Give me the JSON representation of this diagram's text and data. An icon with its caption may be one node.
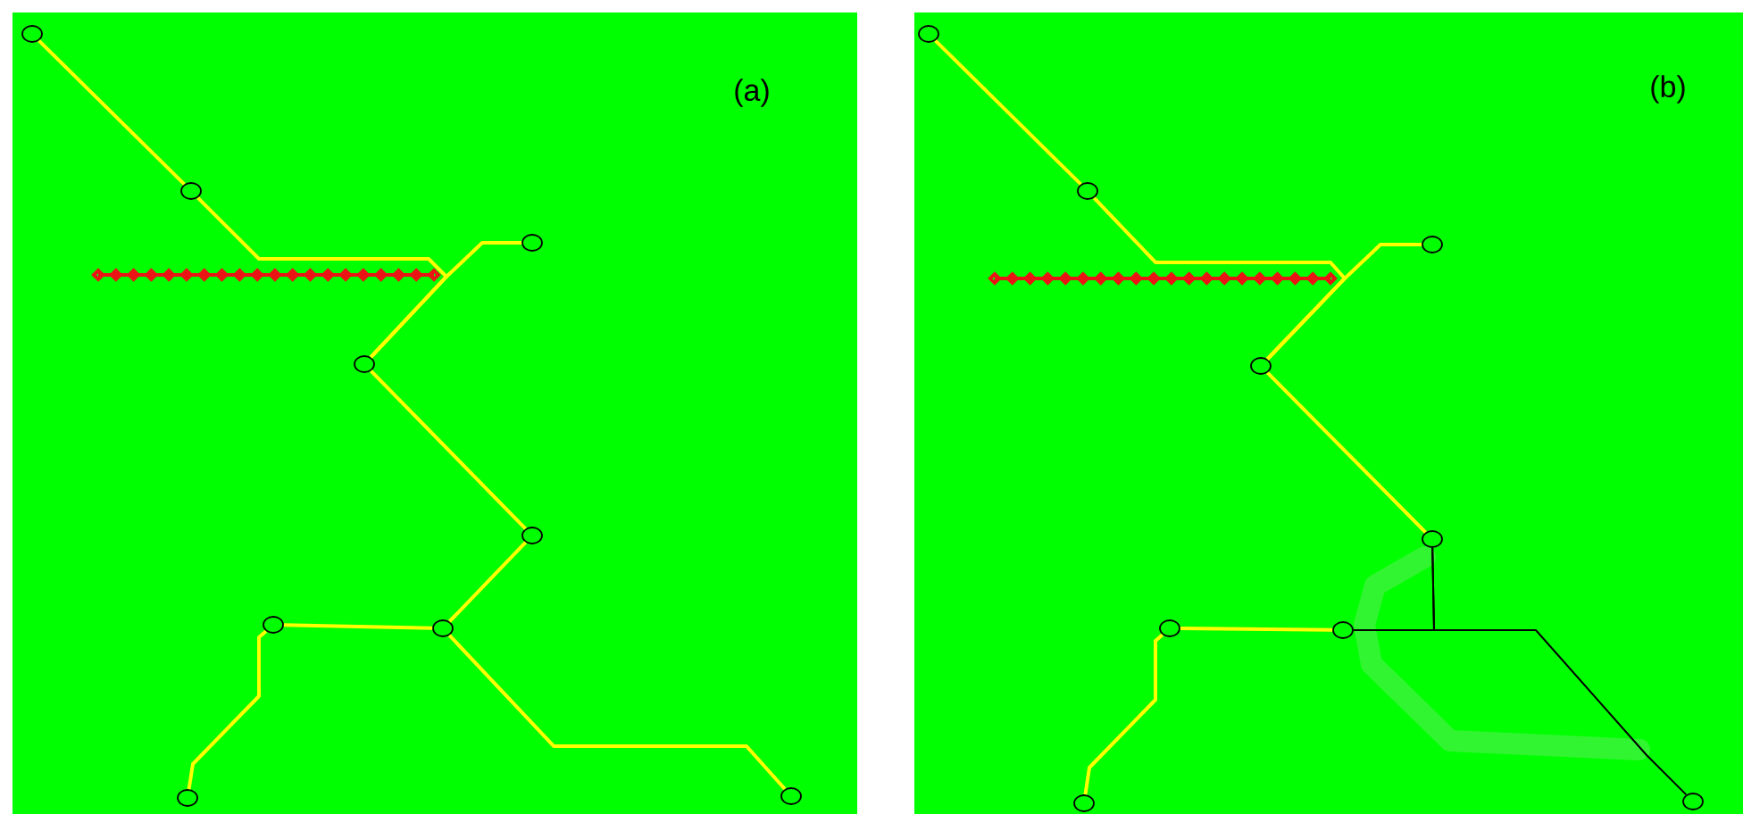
{
  "diagram": {
    "nodes": [
      {
        "text": [
          "(a)"
        ]
      },
      {
        "text": [],
        "shape": "circle",
        "in": 0
      },
      {
        "text": [],
        "shape": "circle",
        "in": 0
      },
      {
        "text": [],
        "shape": "circle",
        "in": 0
      },
      {
        "text": [],
        "shape": "circle",
        "in": 0
      },
      {
        "text": [],
        "shape": "circle",
        "in": 0
      },
      {
        "text": [],
        "shape": "circle",
        "in": 0
      },
      {
        "text": [],
        "shape": "circle",
        "in": 0
      },
      {
        "text": [],
        "shape": "circle",
        "in": 0
      },
      {
        "text": [],
        "shape": "circle",
        "in": 0
      },
      {
        "text": [
          "(b)"
        ]
      },
      {
        "text": [],
        "shape": "circle",
        "in": 10
      },
      {
        "text": [],
        "shape": "circle",
        "in": 10
      },
      {
        "text": [],
        "shape": "circle",
        "in": 10
      },
      {
        "text": [],
        "shape": "circle",
        "in": 10
      },
      {
        "text": [],
        "shape": "circle",
        "in": 10
      },
      {
        "text": [],
        "shape": "circle",
        "in": 10
      },
      {
        "text": [],
        "shape": "circle",
        "in": 10
      },
      {
        "text": [],
        "shape": "circle",
        "in": 10
      },
      {
        "text": [],
        "shape": "circle",
        "in": 10
      }
    ],
    "edges": [
      {
        "from": 1,
        "to": 2,
        "arrow": "none"
      },
      {
        "from": 2,
        "to": 4,
        "arrow": "none"
      },
      {
        "from": 3,
        "to": 4,
        "arrow": "none"
      },
      {
        "from": 4,
        "to": 5,
        "arrow": "none"
      },
      {
        "from": 5,
        "to": 7,
        "arrow": "none"
      },
      {
        "from": 6,
        "to": 7,
        "arrow": "none"
      },
      {
        "from": 6,
        "to": 8,
        "arrow": "none"
      },
      {
        "from": 7,
        "to": 9,
        "arrow": "none"
      },
      {
        "from": 11,
        "to": 12,
        "arrow": "none"
      },
      {
        "from": 12,
        "to": 14,
        "arrow": "none"
      },
      {
        "from": 13,
        "to": 14,
        "arrow": "none"
      },
      {
        "from": 14,
        "to": 15,
        "arrow": "none"
      },
      {
        "from": 15,
        "to": 17,
        "arrow": "none",
        "color": "#000000"
      },
      {
        "from": 16,
        "to": 17,
        "arrow": "none"
      },
      {
        "from": 16,
        "to": 18,
        "arrow": "none"
      },
      {
        "from": 15,
        "to": 19,
        "arrow": "none",
        "color": "#000000"
      }
    ]
  }
}
